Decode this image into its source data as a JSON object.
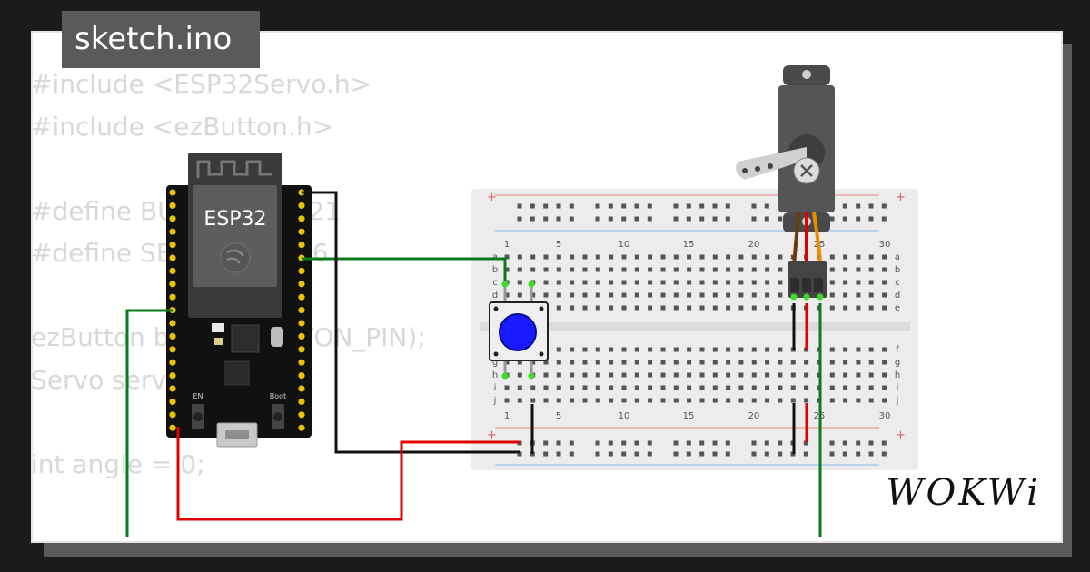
{
  "tab": {
    "label": "sketch.ino"
  },
  "code_lines": [
    "#include <ESP32Servo.h>",
    "#include <ezButton.h>",
    "",
    "#define BUTTON_PIN 21",
    "#define SERVO_PIN  26",
    "",
    "ezButton button(BUTTON_PIN);",
    "Servo servo;",
    "",
    "int angle = 0;"
  ],
  "board": {
    "label": "ESP32",
    "en_label": "EN",
    "boot_label": "Boot"
  },
  "breadboard": {
    "col_labels_top": [
      "1",
      "5",
      "10",
      "15",
      "20",
      "25",
      "30"
    ],
    "col_labels_bottom": [
      "1",
      "5",
      "10",
      "15",
      "20",
      "25",
      "30"
    ],
    "row_labels_upper": [
      "a",
      "b",
      "c",
      "d",
      "e"
    ],
    "row_labels_lower": [
      "f",
      "g",
      "h",
      "i",
      "j"
    ]
  },
  "brand": {
    "name": "WOKWi"
  },
  "colors": {
    "wire_green": "#0a7a1a",
    "wire_red": "#e00000",
    "wire_black": "#111111",
    "button_cap": "#1a1aff",
    "servo_body": "#555555",
    "tab_bg": "#5a5a5a"
  }
}
